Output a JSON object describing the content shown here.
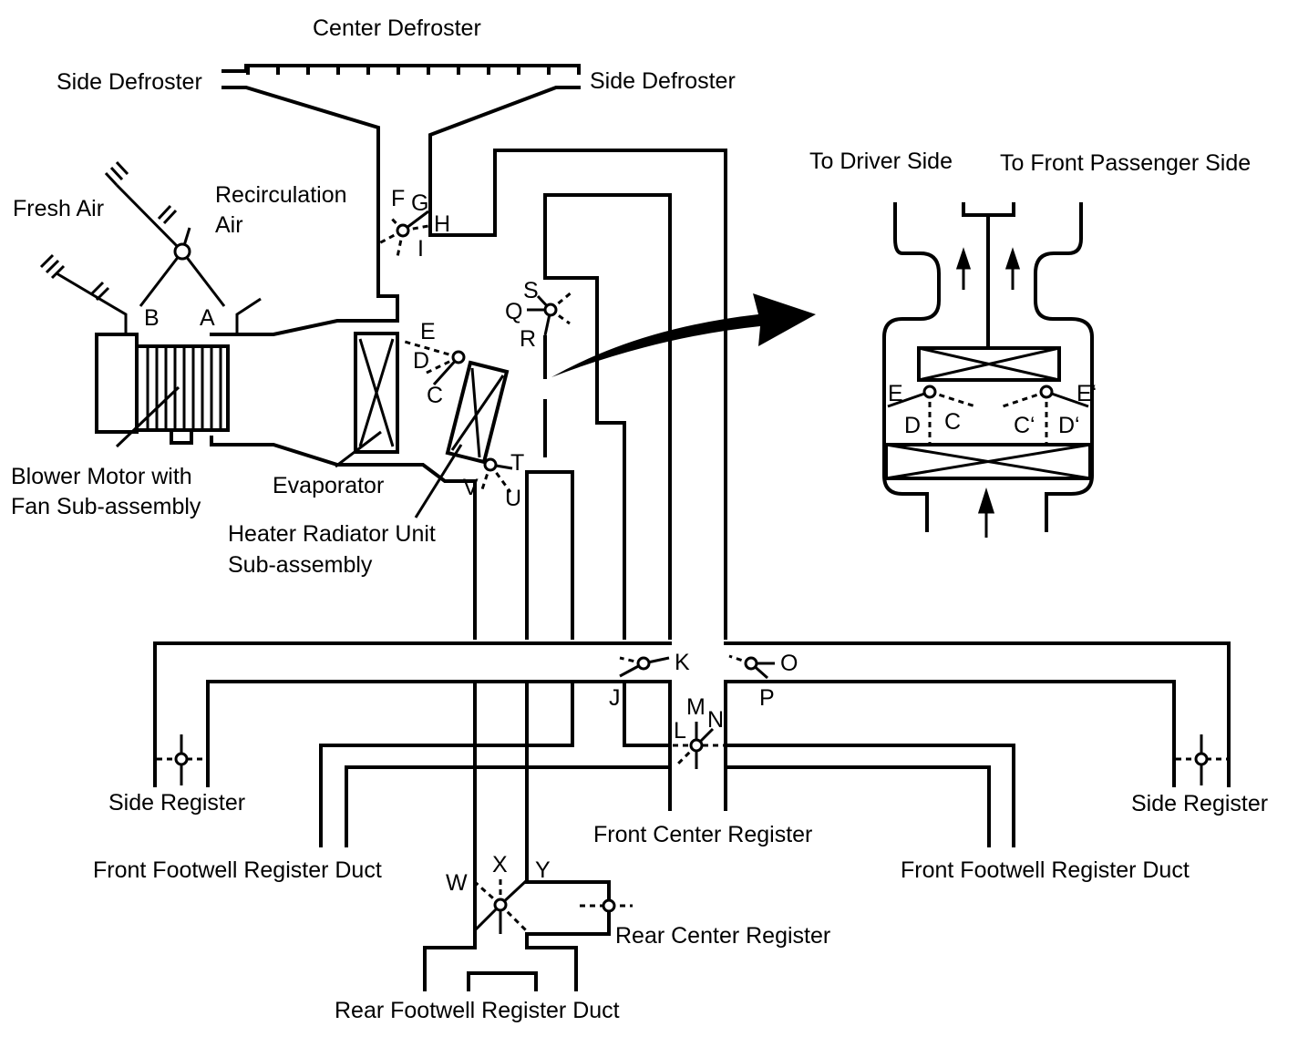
{
  "labels": {
    "center_defroster": "Center Defroster",
    "side_defroster_left": "Side Defroster",
    "side_defroster_right": "Side Defroster",
    "fresh_air": "Fresh Air",
    "recirc_line1": "Recirculation",
    "recirc_line2": "Air",
    "blower_line1": "Blower Motor with",
    "blower_line2": "Fan Sub-assembly",
    "evaporator": "Evaporator",
    "heater_line1": "Heater Radiator Unit",
    "heater_line2": "Sub-assembly",
    "to_driver_side": "To Driver Side",
    "to_front_passenger_side": "To Front Passenger Side",
    "side_register_left": "Side Register",
    "side_register_right": "Side Register",
    "front_footwell_left": "Front Footwell Register Duct",
    "front_footwell_right": "Front Footwell Register Duct",
    "front_center_register": "Front Center Register",
    "rear_center_register": "Rear Center Register",
    "rear_footwell": "Rear Footwell Register Duct"
  },
  "damper_letters": {
    "a": "A",
    "b": "B",
    "c": "C",
    "d": "D",
    "e": "E",
    "f": "F",
    "g": "G",
    "h": "H",
    "i": "I",
    "j": "J",
    "k": "K",
    "l": "L",
    "m": "M",
    "n": "N",
    "o": "O",
    "p": "P",
    "q": "Q",
    "r": "R",
    "s": "S",
    "t": "T",
    "u": "U",
    "v": "V",
    "w": "W",
    "x": "X",
    "y": "Y"
  },
  "detail_letters": {
    "e_left": "E",
    "d_left": "D",
    "c_left": "C",
    "c_right": "C‘",
    "d_right": "D‘",
    "e_right": "E‘"
  }
}
